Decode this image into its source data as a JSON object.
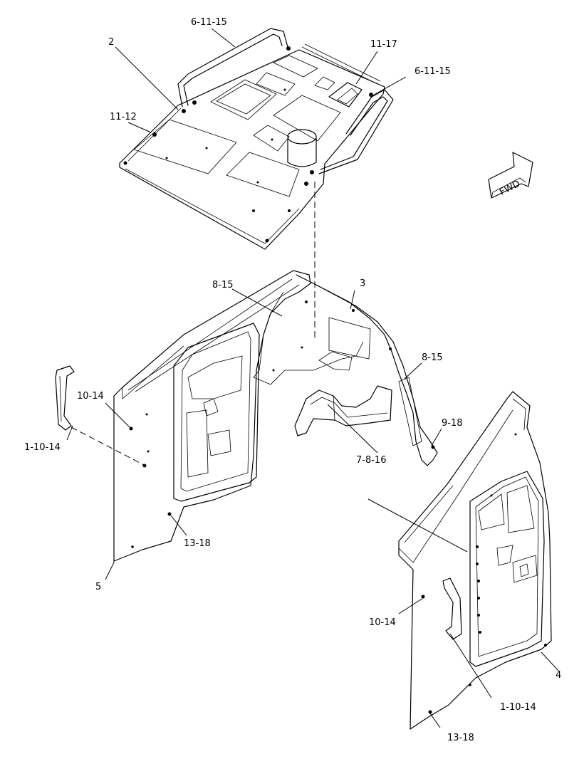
{
  "diagram": {
    "fwd_label": "FWD",
    "callouts": {
      "roof_handrail_left": "6-11-15",
      "roof": "2",
      "roof_latch": "11-17",
      "roof_handrail_right": "6-11-15",
      "roof_bolts": "11-12",
      "left_mount_bracket": "8-15",
      "rear_frame": "3",
      "right_mount_bracket": "8-15",
      "left_side_bolt": "10-14",
      "left_grab_handle": "1-10-14",
      "mount_feet": "7-8-16",
      "foot_bolt": "9-18",
      "left_bottom_bolt": "13-18",
      "left_side_panel": "5",
      "right_side_bolt": "10-14",
      "right_side_panel": "4",
      "right_grab_handle": "1-10-14",
      "right_bottom_bolt": "13-18"
    }
  }
}
